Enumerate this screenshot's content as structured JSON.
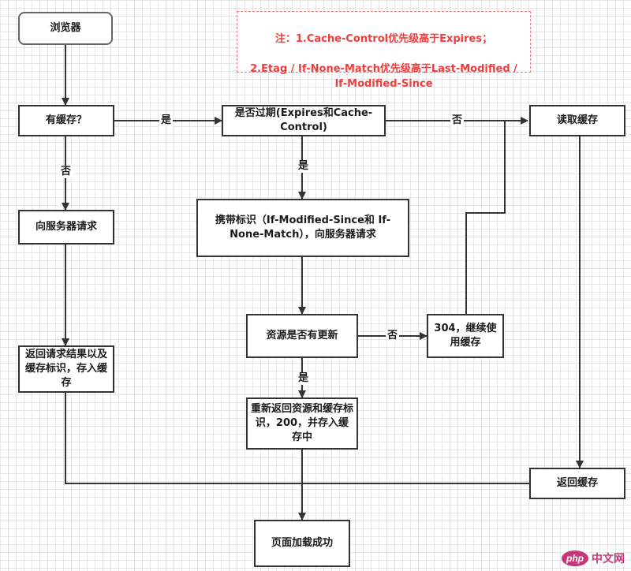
{
  "nodes": {
    "browser": "浏览器",
    "has_cache": "有缓存？",
    "expired": "是否过期(Expires和Cache-Control)",
    "read_cache": "读取缓存",
    "request_server": "向服务器请求",
    "carry_tags": "携带标识（If-Modified-Since和 If-None-Match），向服务器请求",
    "resource_updated": "资源是否有更新",
    "not_modified": "304，继续使用缓存",
    "return_result": "返回请求结果以及缓存标识，存入缓存",
    "return_new": "重新返回资源和缓存标识，200，并存入缓存中",
    "return_cache": "返回缓存",
    "page_loaded": "页面加载成功"
  },
  "note": {
    "line1": "注：1.Cache-Control优先级高于Expires；",
    "line2": "2.Etag / If-None-Match优先级高于Last-Modified / If-Modified-Since"
  },
  "edge_labels": {
    "yes_has_cache": "是",
    "no_has_cache": "否",
    "no_expired": "否",
    "yes_expired": "是",
    "no_updated": "否",
    "yes_updated": "是"
  },
  "watermark": {
    "logo": "php",
    "text": "中文网",
    "color": "#c4387a"
  },
  "colors": {
    "note_text": "#f03c3c",
    "note_border": "#f07a7a",
    "stroke": "#333333"
  }
}
